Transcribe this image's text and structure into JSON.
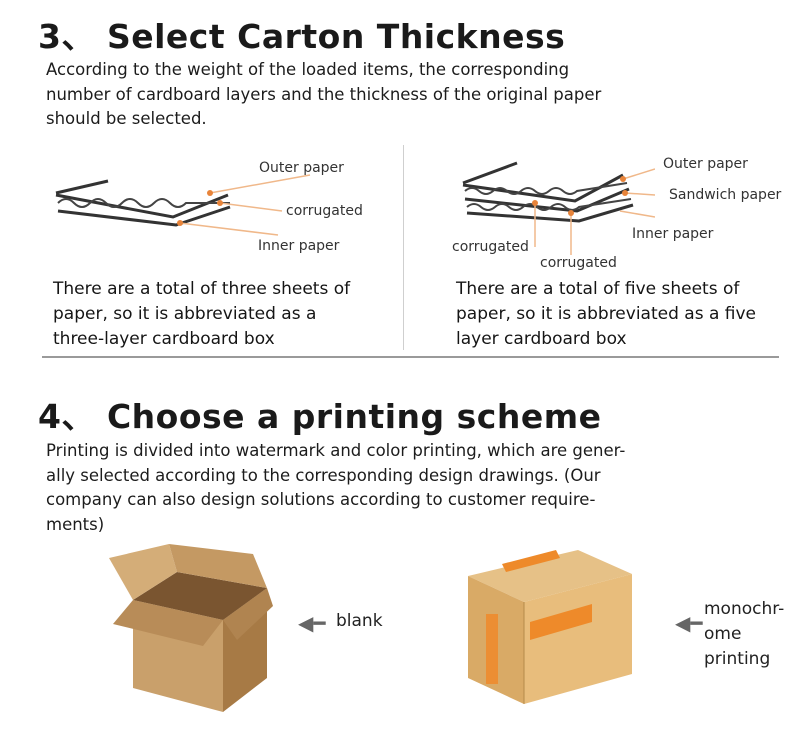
{
  "section3": {
    "heading": "3、 Select Carton Thickness",
    "intro_lines": [
      "According to the weight of the loaded items, the corresponding",
      "number of cardboard layers and the thickness of the original paper",
      "should be selected."
    ],
    "three_layer": {
      "labels": {
        "outer": "Outer paper",
        "corrugated": "corrugated",
        "inner": "Inner paper"
      },
      "caption_lines": [
        "There are a total of three sheets of",
        "paper, so it is abbreviated as a",
        "three-layer cardboard box"
      ]
    },
    "five_layer": {
      "labels": {
        "outer": "Outer paper",
        "sandwich": "Sandwich paper",
        "inner": "Inner paper",
        "corrugated_left": "corrugated",
        "corrugated_bottom": "corrugated"
      },
      "caption_lines": [
        "There are a total of five sheets of",
        "paper, so it is abbreviated as a five",
        "layer cardboard box"
      ]
    }
  },
  "section4": {
    "heading": "4、 Choose a printing scheme",
    "intro_lines": [
      "Printing is divided into watermark and color printing, which are gener-",
      "ally selected according to the corresponding design drawings. (Our",
      "company can also design solutions according to customer require-",
      "ments)"
    ],
    "blank_label": "blank",
    "mono_label_lines": [
      "monochr-",
      "ome",
      "printing"
    ]
  },
  "colors": {
    "leader": "#e8843a",
    "cardboard": "#c9a06b",
    "cardboard_dark": "#a77a45",
    "orange_print": "#ee8a2a"
  }
}
